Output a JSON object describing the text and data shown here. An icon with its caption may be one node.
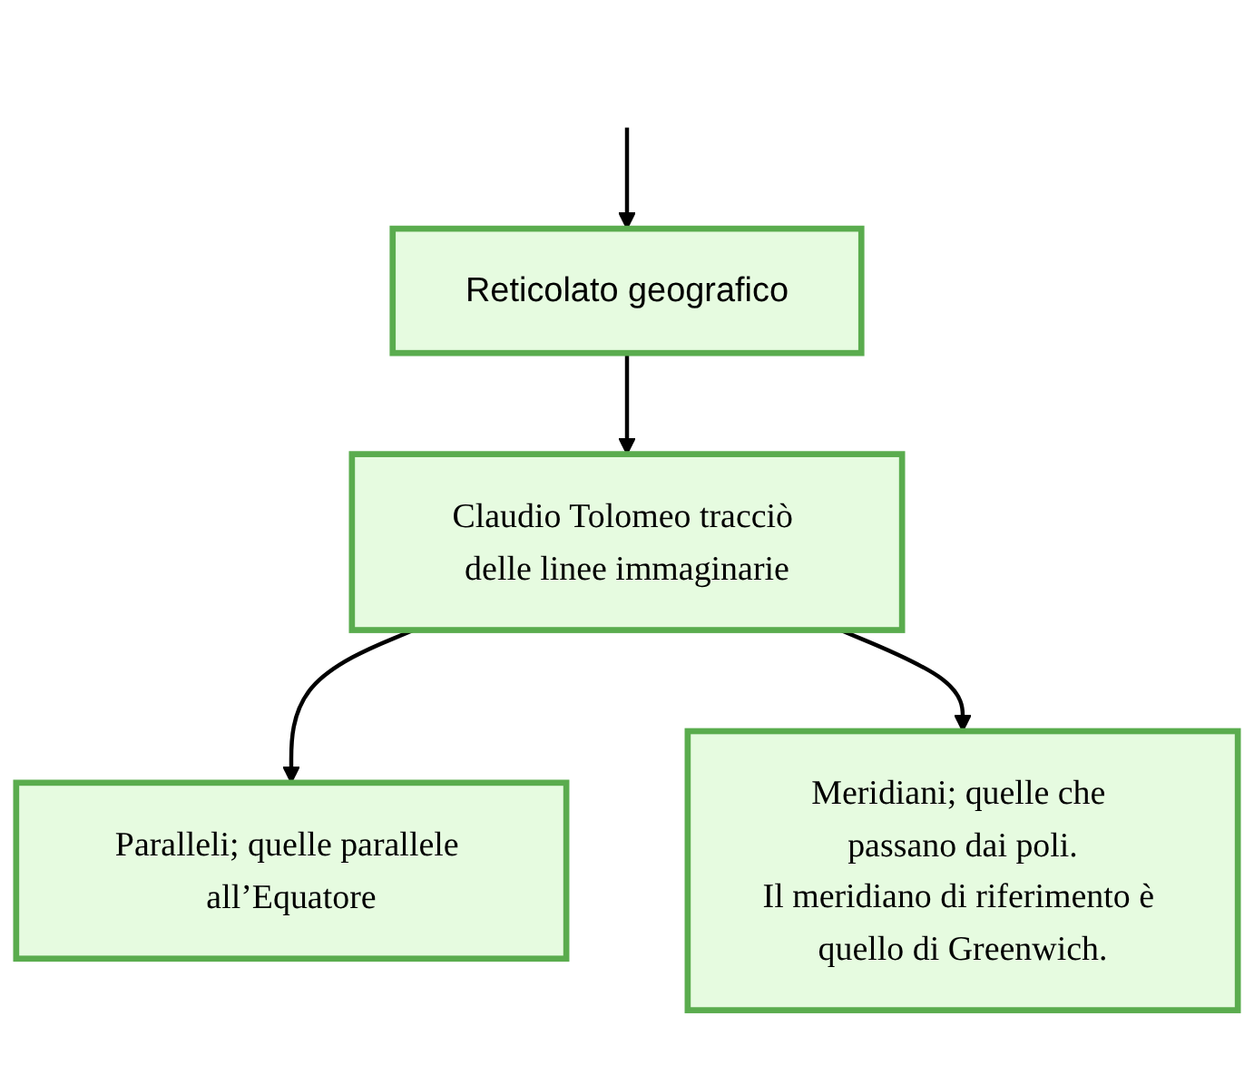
{
  "diagram": {
    "nodes": [
      {
        "text": [
          "Reticolato geografico"
        ]
      },
      {
        "text": [
          "Claudio Tolomeo tracciò delle linee immaginarie"
        ]
      },
      {
        "text": [
          "Paralleli; quelle parallele all’Equatore"
        ]
      },
      {
        "text": [
          "Meridiani; quelle che passano dai poli.",
          "Il meridiano di riferimento è quello di Greenwich."
        ]
      }
    ],
    "edges": [
      {
        "from": null,
        "to": 0,
        "arrow": "to"
      },
      {
        "from": 0,
        "to": 1,
        "arrow": "to"
      },
      {
        "from": 1,
        "to": 2,
        "arrow": "to"
      },
      {
        "from": 1,
        "to": 3,
        "arrow": "to"
      }
    ]
  }
}
